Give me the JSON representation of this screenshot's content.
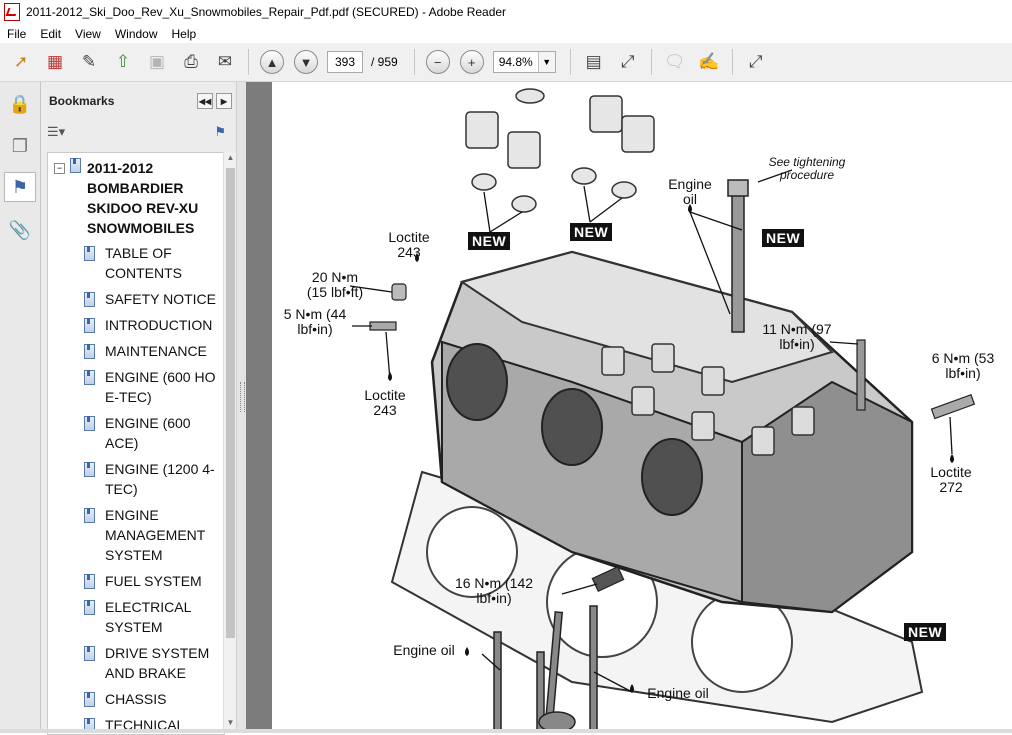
{
  "window": {
    "title": "2011-2012_Ski_Doo_Rev_Xu_Snowmobiles_Repair_Pdf.pdf (SECURED) - Adobe Reader"
  },
  "menu": [
    "File",
    "Edit",
    "View",
    "Window",
    "Help"
  ],
  "toolbar": {
    "current_page": "393",
    "total_pages": "/ 959",
    "zoom": "94.8%"
  },
  "panel": {
    "title": "Bookmarks",
    "root": "2011-2012 BOMBARDIER SKIDOO REV-XU SNOWMOBILES",
    "items": [
      "TABLE OF CONTENTS",
      "SAFETY NOTICE",
      "INTRODUCTION",
      "MAINTENANCE",
      "ENGINE (600 HO E-TEC)",
      "ENGINE (600 ACE)",
      "ENGINE (1200 4-TEC)",
      "ENGINE MANAGEMENT SYSTEM",
      "FUEL SYSTEM",
      "ELECTRICAL SYSTEM",
      "DRIVE SYSTEM AND BRAKE",
      "CHASSIS",
      "TECHNICAL"
    ]
  },
  "diagram": {
    "new_tag": "NEW",
    "see_tightening": "See tightening procedure",
    "engine_oil_top": "Engine oil",
    "loctite_243_top": "Loctite 243",
    "torque_20": "20 N•m (15 lbf•ft)",
    "torque_5": "5 N•m (44 lbf•in)",
    "loctite_243_left": "Loctite 243",
    "torque_11": "11 N•m (97 lbf•in)",
    "torque_6": "6 N•m (53 lbf•in)",
    "loctite_272": "Loctite 272",
    "torque_16": "16 N•m (142 lbf•in)",
    "engine_oil_left": "Engine oil",
    "engine_oil_bottom": "Engine oil"
  }
}
